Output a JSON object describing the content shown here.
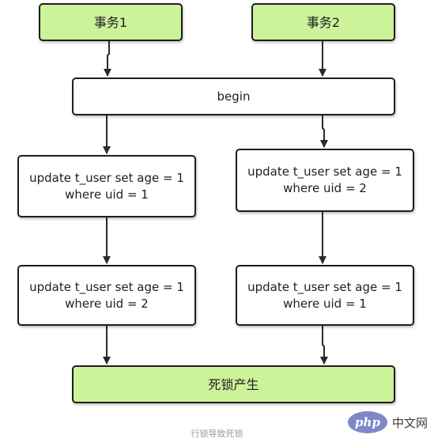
{
  "nodes": {
    "tx1": "事务1",
    "tx2": "事务2",
    "begin": "begin",
    "left_step1": [
      "update t_user set age = 1",
      "where uid = 1"
    ],
    "right_step1": [
      "update t_user set age = 1",
      "where uid = 2"
    ],
    "left_step2": [
      "update t_user set age = 1",
      "where uid = 2"
    ],
    "right_step2": [
      "update t_user set age = 1",
      "where uid = 1"
    ],
    "deadlock": "死锁产生"
  },
  "caption": "行锁导致死锁",
  "watermark": {
    "logo_text": "php",
    "site": "中文网"
  },
  "colors": {
    "highlight_fill": "#ccf29a",
    "stroke": "#1e1e1e"
  }
}
